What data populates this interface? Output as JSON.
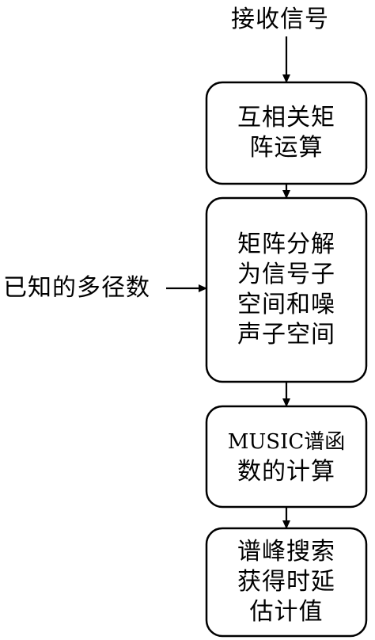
{
  "input_label": "接收信号",
  "side_input_label": "已知的多径数",
  "steps": [
    {
      "lines": [
        "互相关矩",
        "阵运算"
      ]
    },
    {
      "lines": [
        "矩阵分解",
        "为信号子",
        "空间和噪",
        "声子空间"
      ]
    },
    {
      "lines": [
        "MUSIC谱函",
        "数的计算"
      ]
    },
    {
      "lines": [
        "谱峰搜索",
        "获得时延",
        "估计值"
      ]
    }
  ]
}
